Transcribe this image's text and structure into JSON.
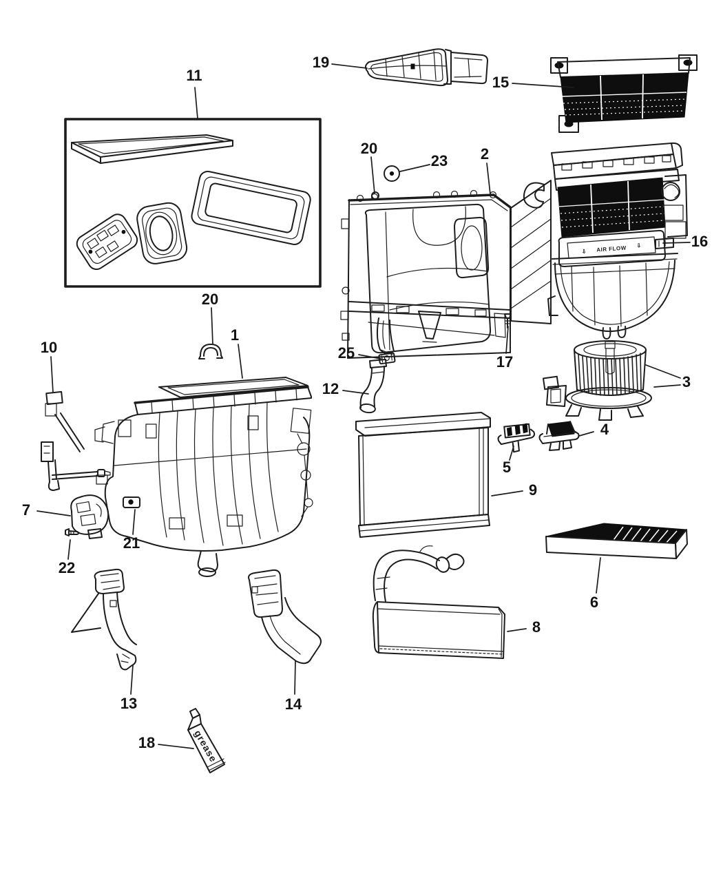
{
  "figure": {
    "type": "exploded_parts_diagram",
    "subject": "HVAC air conditioning and heater unit",
    "background_color": "#ffffff",
    "line_color": "#1c1c1c",
    "texts": {
      "air_flow": "AIR FLOW",
      "air_flow_arrow": "⇩",
      "grease": "grease"
    },
    "callouts": [
      {
        "n": "11"
      },
      {
        "n": "19"
      },
      {
        "n": "15"
      },
      {
        "n": "20"
      },
      {
        "n": "23"
      },
      {
        "n": "2"
      },
      {
        "n": "16"
      },
      {
        "n": "3"
      },
      {
        "n": "4"
      },
      {
        "n": "1"
      },
      {
        "n": "20"
      },
      {
        "n": "10"
      },
      {
        "n": "25"
      },
      {
        "n": "12"
      },
      {
        "n": "17"
      },
      {
        "n": "5"
      },
      {
        "n": "9"
      },
      {
        "n": "7"
      },
      {
        "n": "21"
      },
      {
        "n": "22"
      },
      {
        "n": "13"
      },
      {
        "n": "14"
      },
      {
        "n": "8"
      },
      {
        "n": "6"
      },
      {
        "n": "18"
      }
    ]
  }
}
